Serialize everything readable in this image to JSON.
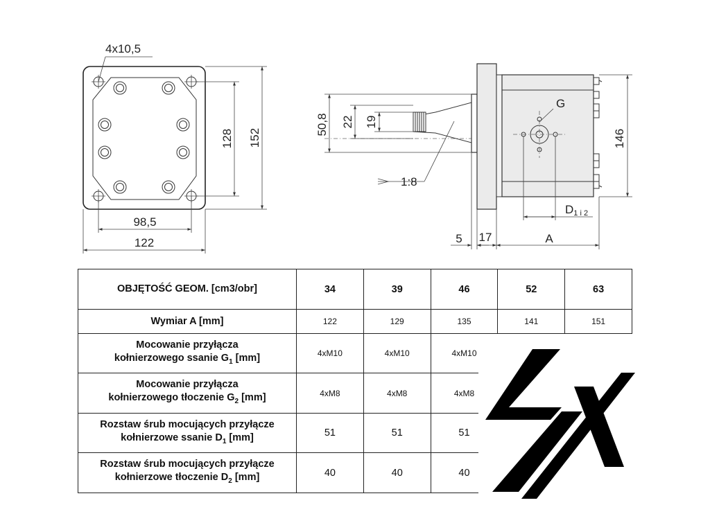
{
  "drawing": {
    "front": {
      "holes_label": "4x10,5",
      "dim_hole_spacing_v": "128",
      "dim_height": "152",
      "dim_hole_spacing_h": "98,5",
      "dim_width": "122"
    },
    "side": {
      "dim_flange": "50,8",
      "dim_shaft_22": "22",
      "dim_shaft_19": "19",
      "taper": "1:8",
      "port_label": "G",
      "dim_body_height": "146",
      "port_spacing_label": "D",
      "port_spacing_sub": "1 i 2",
      "dim_5": "5",
      "dim_17": "17",
      "dim_a": "A"
    }
  },
  "table": {
    "header": {
      "label": "OBJĘTOŚĆ GEOM. [cm3/obr]",
      "values": [
        "34",
        "39",
        "46",
        "52",
        "63"
      ]
    },
    "rows": [
      {
        "line1": "Wymiar A [mm]",
        "values": [
          "122",
          "129",
          "135",
          "141",
          "151"
        ]
      },
      {
        "line1": "Mocowanie przyłącza",
        "line2": "kołnierzowego ssanie G",
        "sub": "1",
        "suffix": " [mm]",
        "values": [
          "4xM10",
          "4xM10",
          "4xM10"
        ]
      },
      {
        "line1": "Mocowanie przyłącza",
        "line2": "kołnierzowego tłoczenie G",
        "sub": "2",
        "suffix": " [mm]",
        "values": [
          "4xM8",
          "4xM8",
          "4xM8"
        ]
      },
      {
        "line1": "Rozstaw śrub mocujących przyłącze",
        "line2": "kołnierzowe ssanie D",
        "sub": "1",
        "suffix": " [mm]",
        "values": [
          "51",
          "51",
          "51"
        ]
      },
      {
        "line1": "Rozstaw śrub mocujących przyłącze",
        "line2": "kołnierzowe tłoczenie D",
        "sub": "2",
        "suffix": " [mm]",
        "values": [
          "40",
          "40",
          "40"
        ]
      }
    ]
  },
  "logo": {
    "color": "#000000"
  }
}
